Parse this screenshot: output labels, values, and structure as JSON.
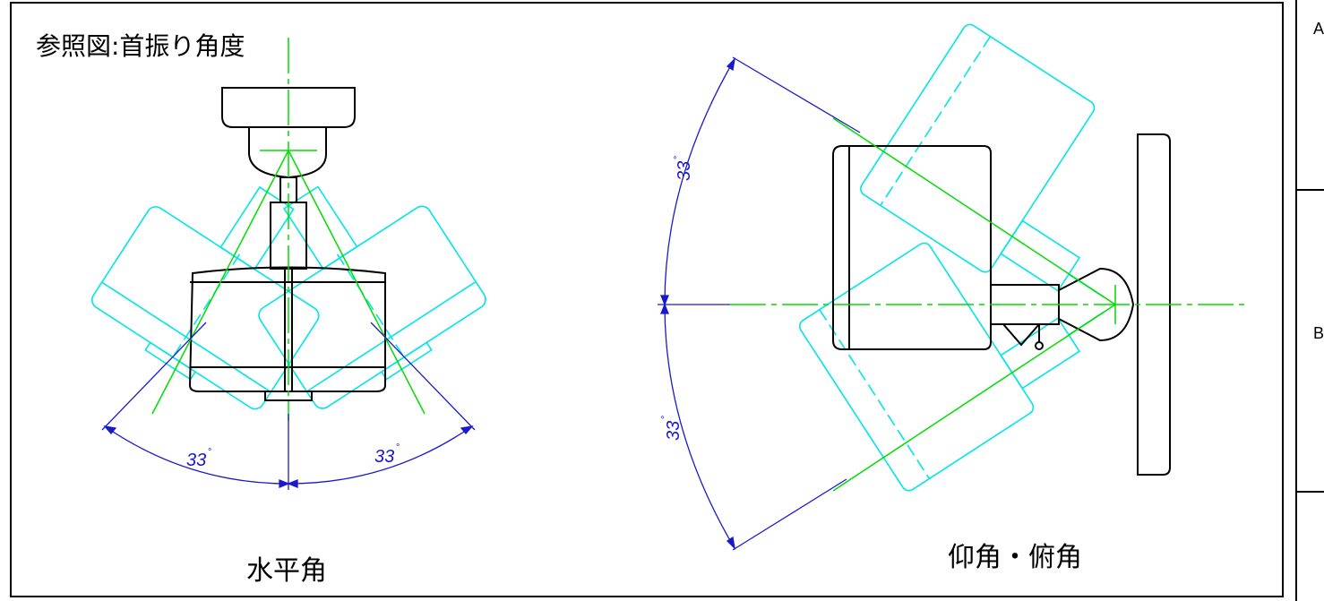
{
  "title": "参照図:首振り角度",
  "views": {
    "horizontal": {
      "caption": "水平角",
      "left_angle": "33",
      "right_angle": "33",
      "degree_mark": "°"
    },
    "elevation": {
      "caption": "仰角・俯角",
      "up_angle": "33",
      "down_angle": "33",
      "degree_mark": "°"
    }
  },
  "side_labels": {
    "a": "A",
    "b": "B"
  },
  "colors": {
    "outline": "#000000",
    "ghost": "#00e5e5",
    "centerline": "#00dd00",
    "dimension": "#1a1acc"
  }
}
